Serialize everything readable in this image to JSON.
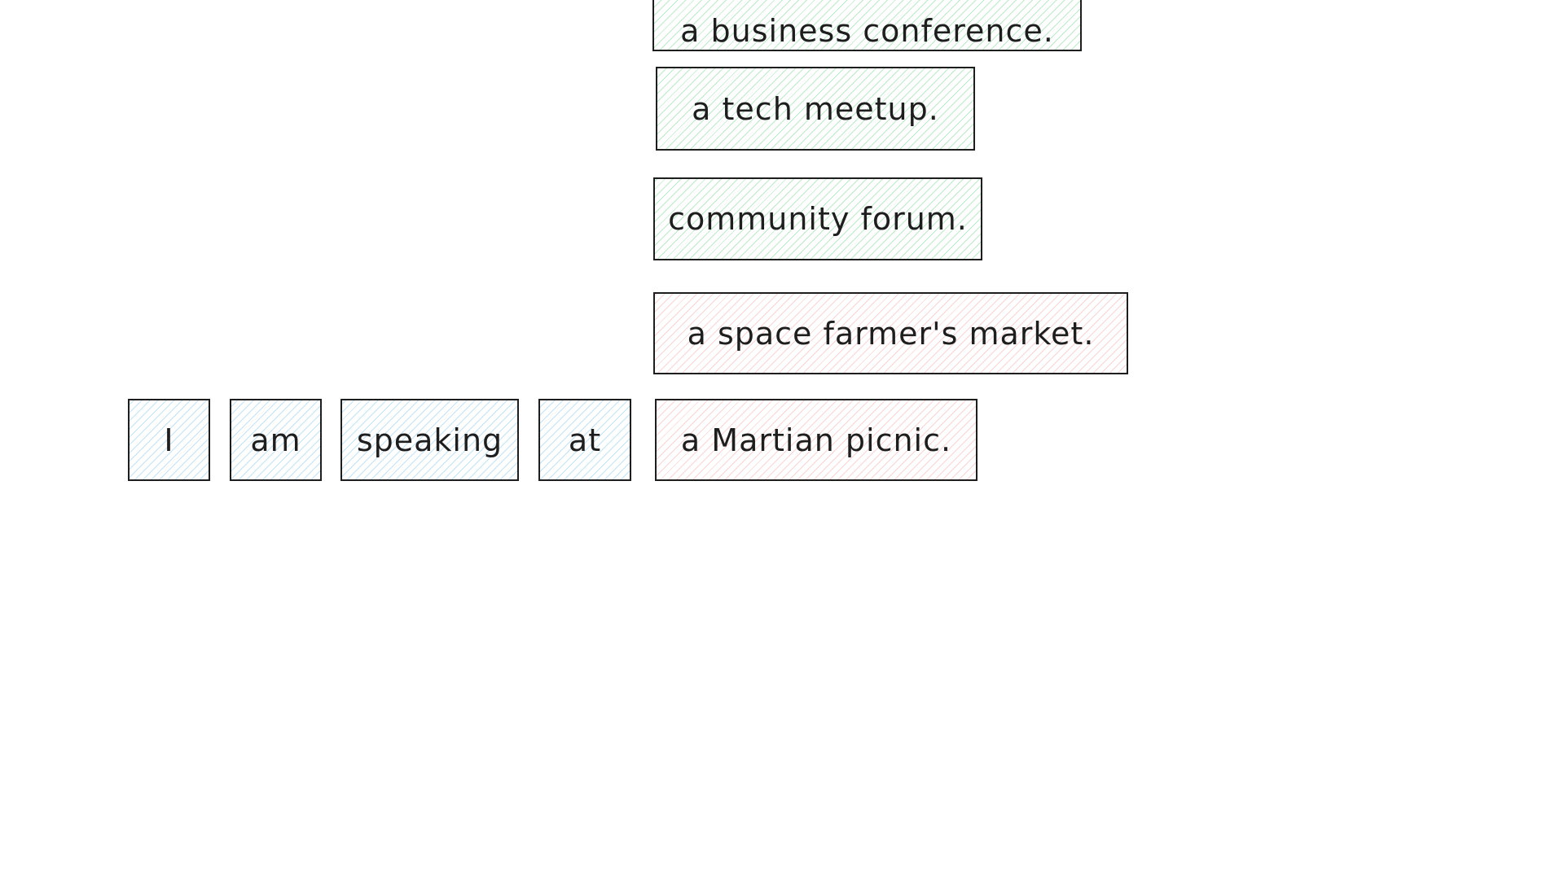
{
  "sentence": {
    "words": [
      {
        "text": "I"
      },
      {
        "text": "am"
      },
      {
        "text": "speaking"
      },
      {
        "text": "at"
      }
    ]
  },
  "candidates": {
    "appropriate": [
      {
        "text": "a business conference."
      },
      {
        "text": "a tech meetup."
      },
      {
        "text": "community forum."
      }
    ],
    "inappropriate": [
      {
        "text": "a space farmer's market."
      },
      {
        "text": "a Martian picnic."
      }
    ]
  },
  "colors": {
    "prefix_fill": "#a5d8ff",
    "appropriate_fill": "#b2f2bb",
    "inappropriate_fill": "#ffc9c9",
    "stroke": "#1e1e1e"
  }
}
